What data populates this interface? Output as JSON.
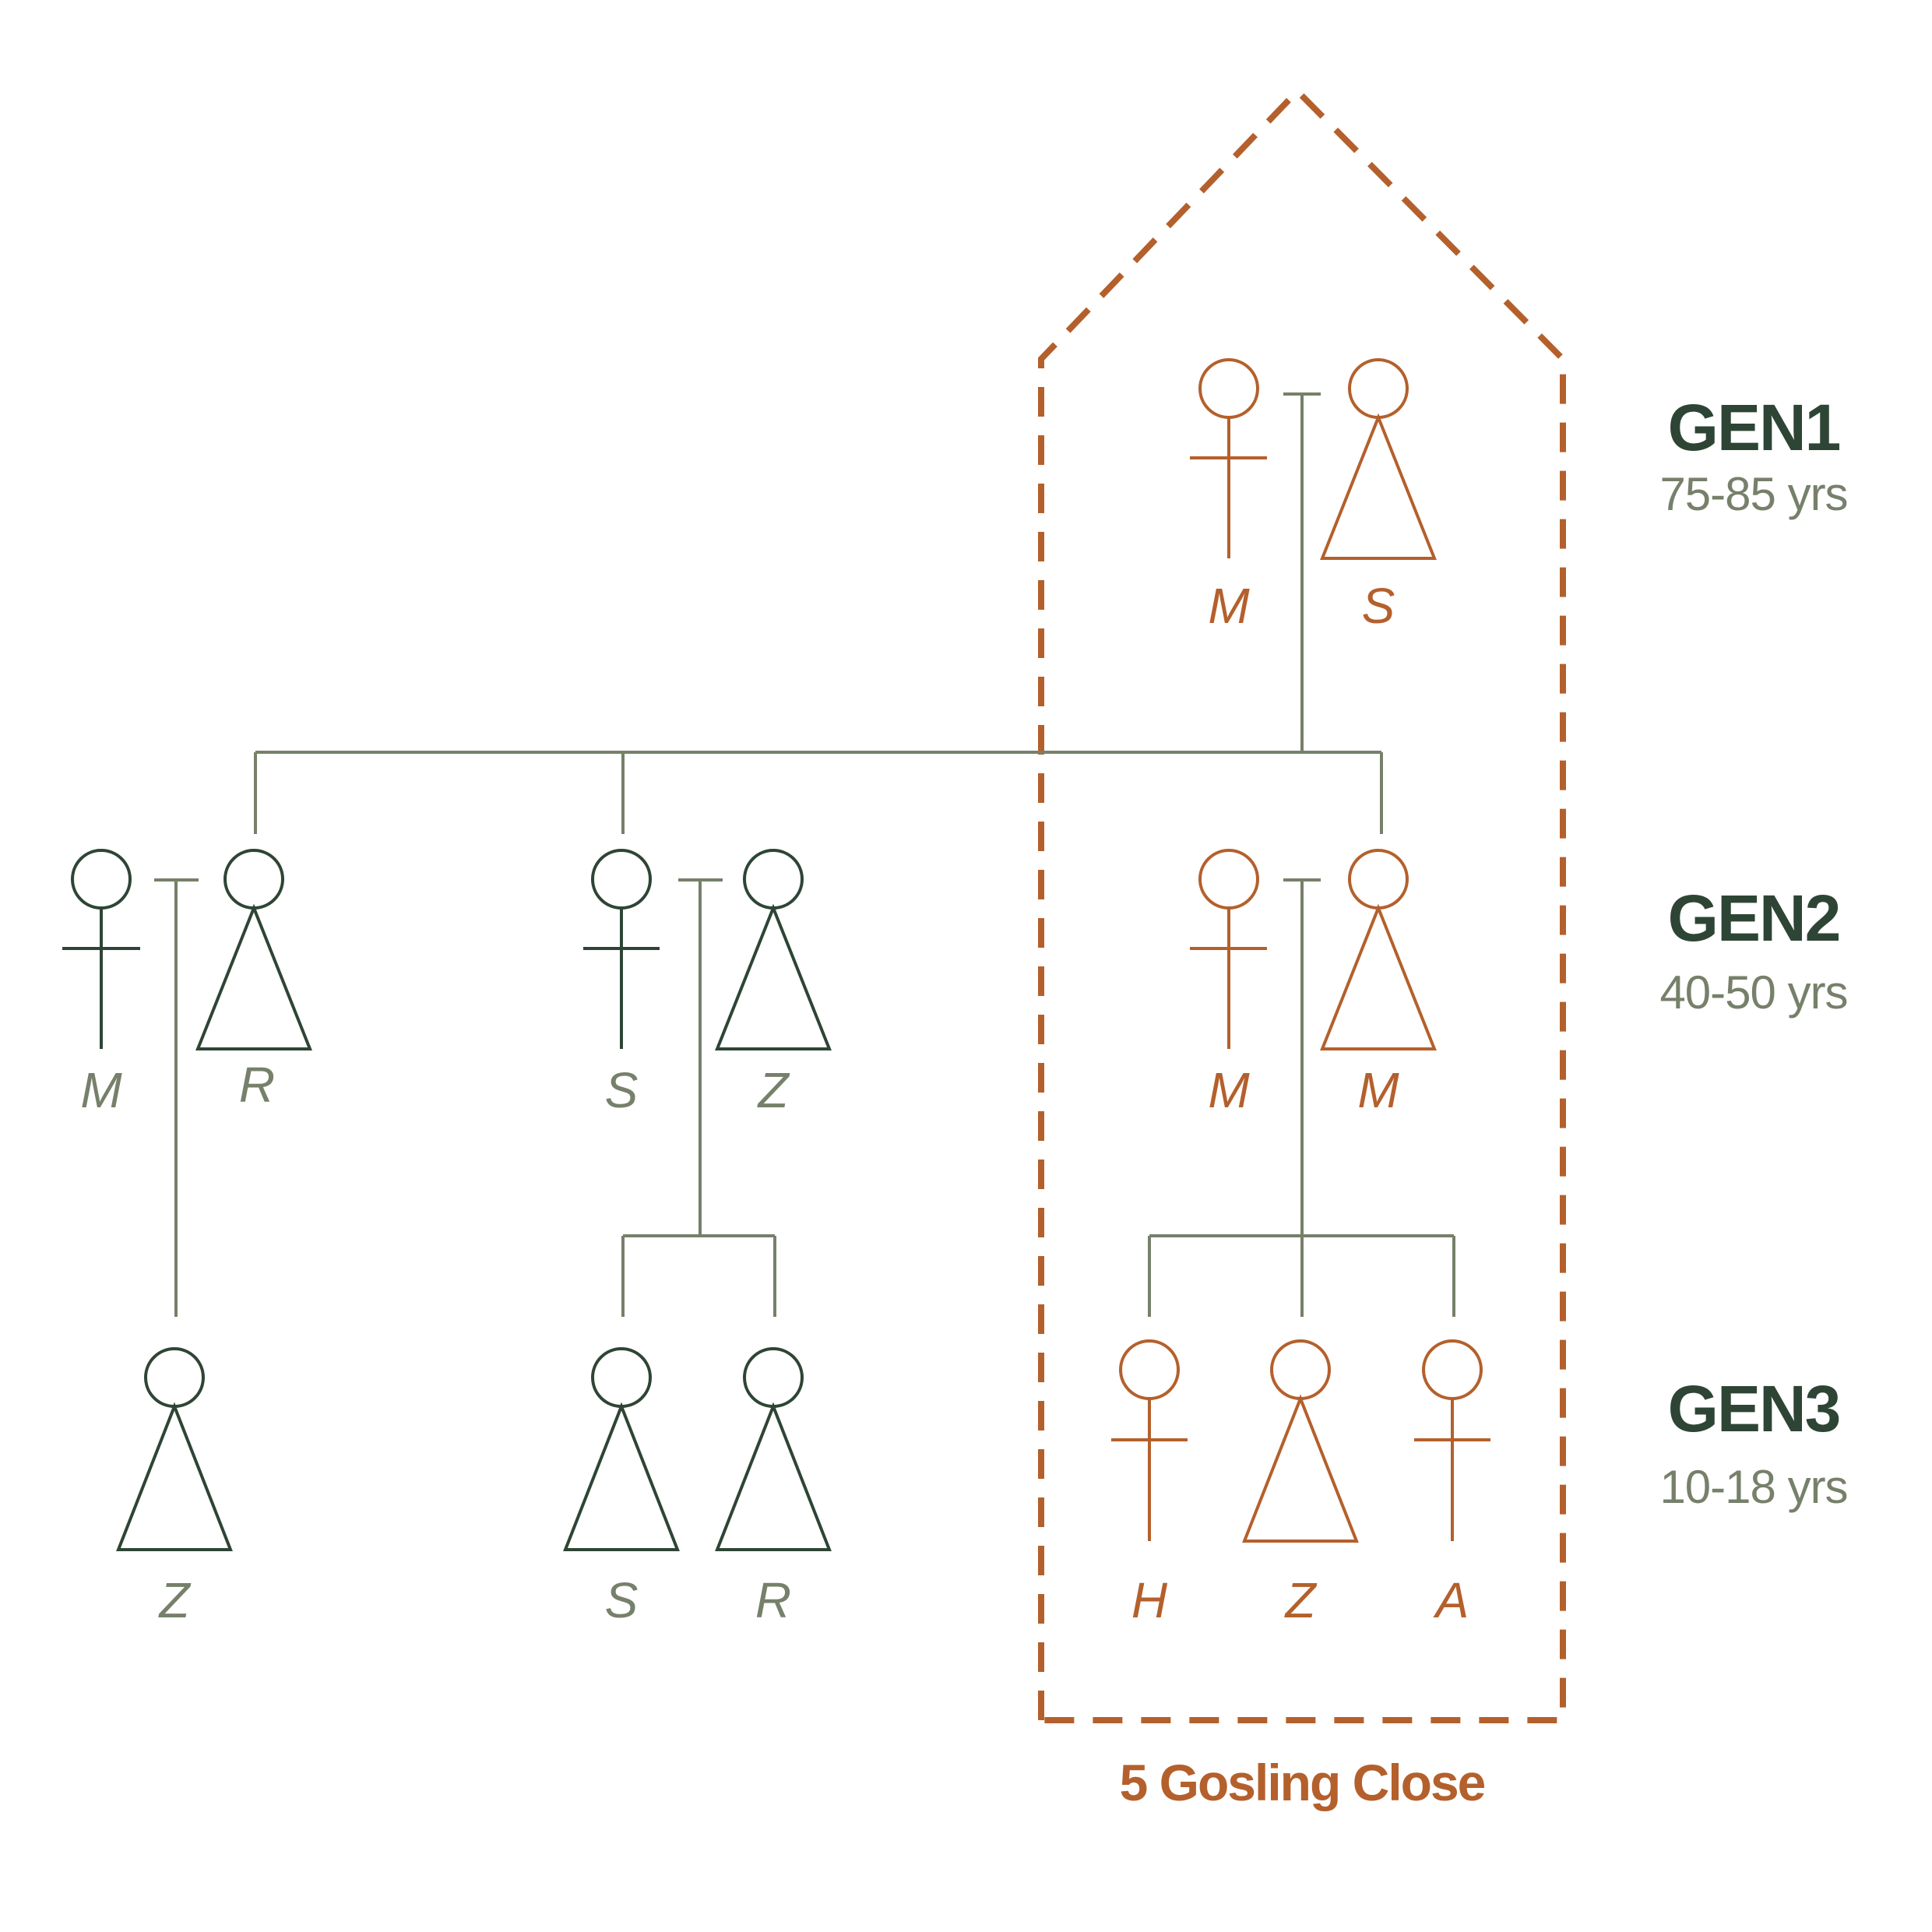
{
  "colors": {
    "dark_green": "#2e4535",
    "muted_green": "#76806a",
    "orange": "#b4602c"
  },
  "household": {
    "label": "5 Gosling Close"
  },
  "generations": [
    {
      "title": "GEN1",
      "age_range": "75-85 yrs"
    },
    {
      "title": "GEN2",
      "age_range": "40-50 yrs"
    },
    {
      "title": "GEN3",
      "age_range": "10-18 yrs"
    }
  ],
  "people": {
    "gen1_female": {
      "initial": "M",
      "symbol": "female-symbol",
      "in_household": true
    },
    "gen1_male": {
      "initial": "S",
      "symbol": "male-symbol",
      "in_household": true
    },
    "gen2a_female": {
      "initial": "M",
      "symbol": "female-symbol",
      "in_household": false
    },
    "gen2a_male": {
      "initial": "R",
      "symbol": "male-symbol",
      "in_household": false
    },
    "gen2b_female": {
      "initial": "S",
      "symbol": "female-symbol",
      "in_household": false
    },
    "gen2b_male": {
      "initial": "Z",
      "symbol": "male-symbol",
      "in_household": false
    },
    "gen2c_female": {
      "initial": "M",
      "symbol": "female-symbol",
      "in_household": true
    },
    "gen2c_male": {
      "initial": "M",
      "symbol": "male-symbol",
      "in_household": true
    },
    "gen3a_male": {
      "initial": "Z",
      "symbol": "male-symbol",
      "in_household": false
    },
    "gen3b_male1": {
      "initial": "S",
      "symbol": "male-symbol",
      "in_household": false
    },
    "gen3b_male2": {
      "initial": "R",
      "symbol": "male-symbol",
      "in_household": false
    },
    "gen3c_female1": {
      "initial": "H",
      "symbol": "female-symbol",
      "in_household": true
    },
    "gen3c_male": {
      "initial": "Z",
      "symbol": "male-symbol",
      "in_household": true
    },
    "gen3c_female2": {
      "initial": "A",
      "symbol": "female-symbol",
      "in_household": true
    }
  }
}
